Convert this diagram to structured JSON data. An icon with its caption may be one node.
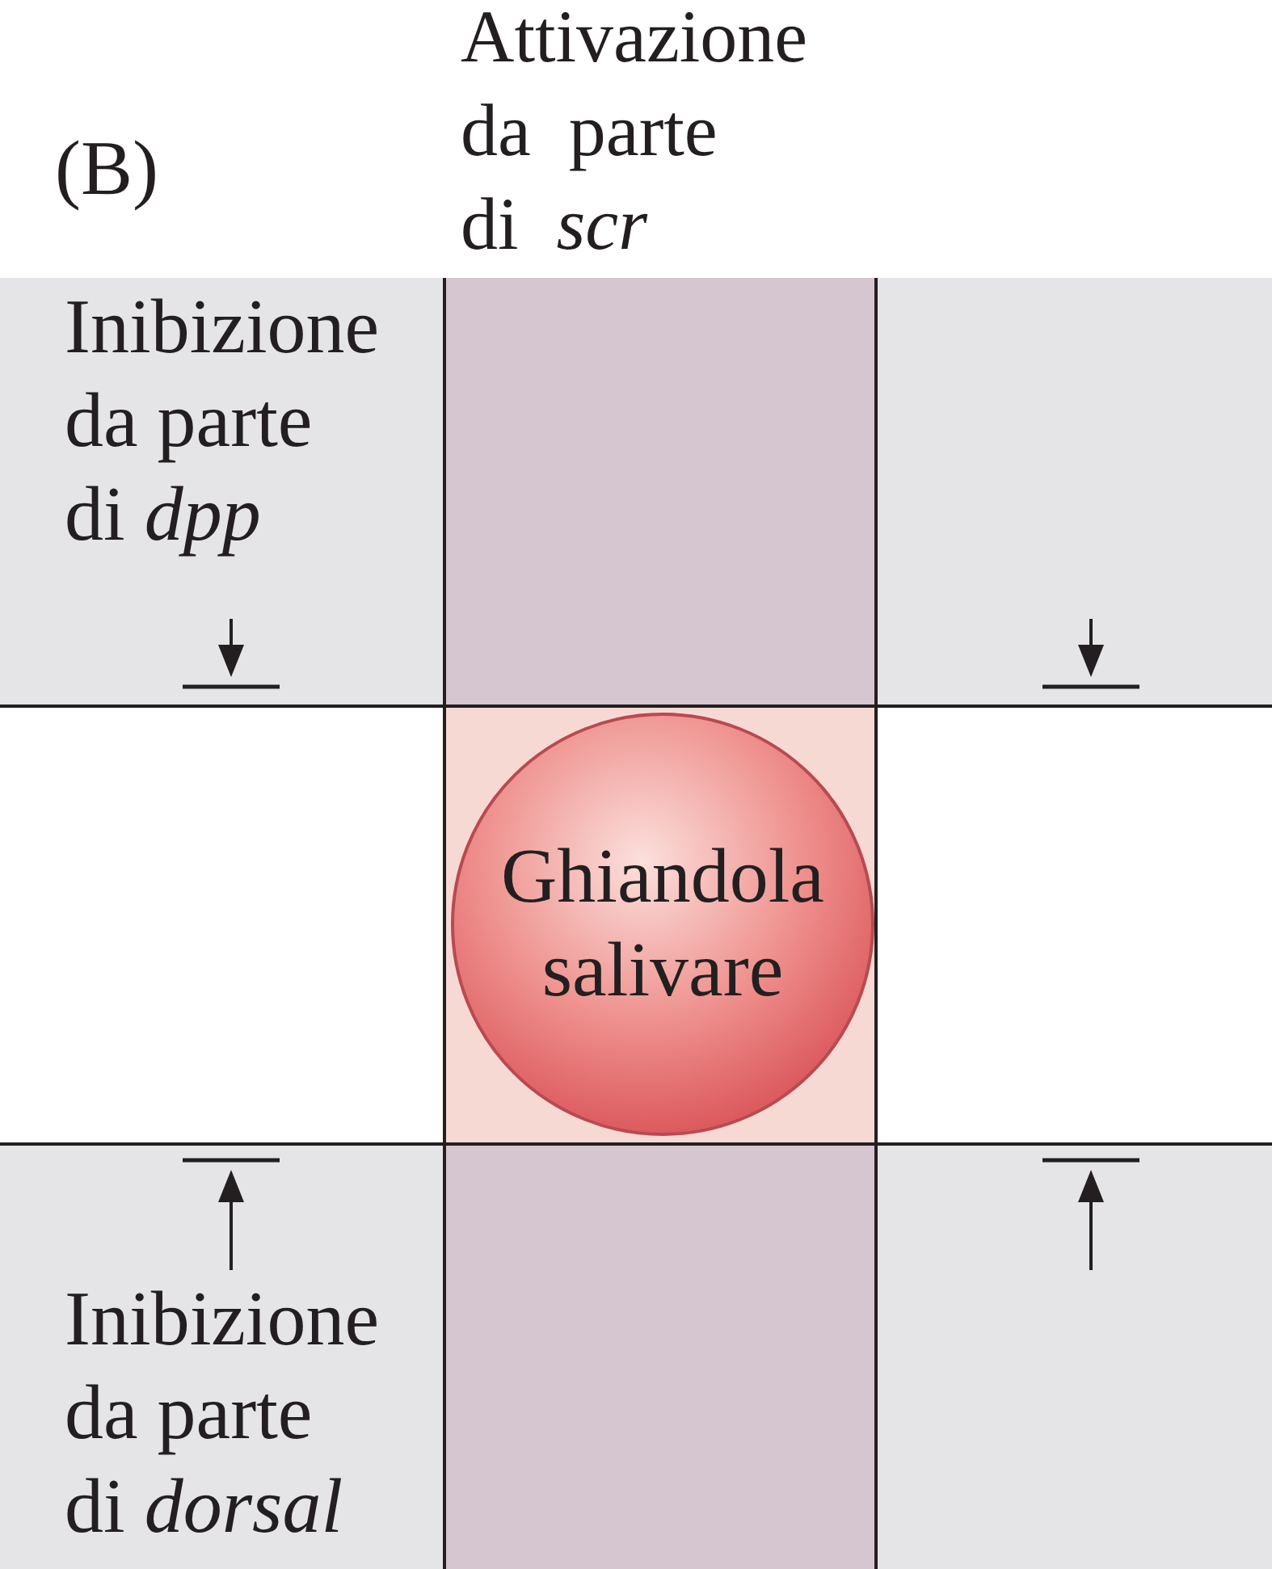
{
  "diagram": {
    "nodes": [
      {
        "text": [
          "Inibizione da parte di *dpp*"
        ]
      },
      {
        "text": [
          "Attivazione da parte di *scr*"
        ]
      },
      {
        "text": [],
        "shape": "box"
      },
      {
        "text": [],
        "shape": "box"
      },
      {
        "text": [
          "Ghiandola salivare"
        ],
        "in": 3
      },
      {
        "text": [
          "Inibizione da parte di *dorsal*"
        ]
      },
      {
        "text": [],
        "shape": "box"
      },
      {
        "text": [],
        "shape": "box"
      }
    ],
    "labels": [
      "(B)"
    ]
  }
}
